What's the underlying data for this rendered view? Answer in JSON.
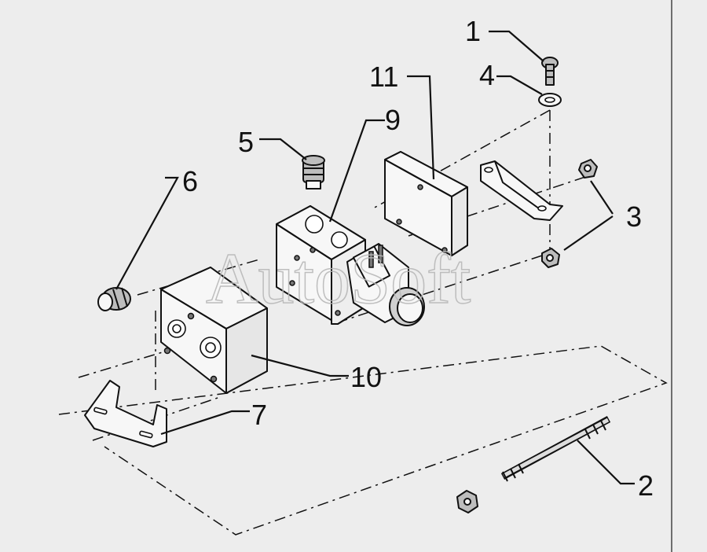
{
  "watermark": "AutoSoft",
  "callouts": [
    {
      "id": "1",
      "text": "1"
    },
    {
      "id": "2",
      "text": "2"
    },
    {
      "id": "3",
      "text": "3"
    },
    {
      "id": "4",
      "text": "4"
    },
    {
      "id": "5",
      "text": "5"
    },
    {
      "id": "6",
      "text": "6"
    },
    {
      "id": "7",
      "text": "7"
    },
    {
      "id": "9",
      "text": "9"
    },
    {
      "id": "10",
      "text": "10"
    },
    {
      "id": "11",
      "text": "11"
    }
  ]
}
